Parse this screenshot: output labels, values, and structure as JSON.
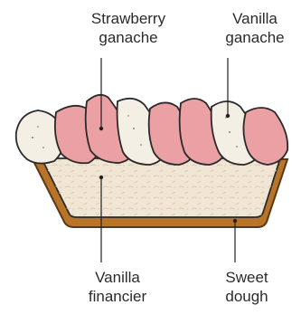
{
  "labels": {
    "strawberry_ganache": [
      "Strawberry",
      "ganache"
    ],
    "vanilla_ganache": [
      "Vanilla",
      "ganache"
    ],
    "vanilla_financier": [
      "Vanilla",
      "financier"
    ],
    "sweet_dough": [
      "Sweet",
      "dough"
    ]
  },
  "colors": {
    "crust": "#b8752a",
    "crust_outline": "#5a3914",
    "financier": "#f1e6d4",
    "strawberry": "#eba0a4",
    "vanilla": "#f4efe5",
    "outline": "#2a2a2a",
    "leader": "#222222"
  }
}
